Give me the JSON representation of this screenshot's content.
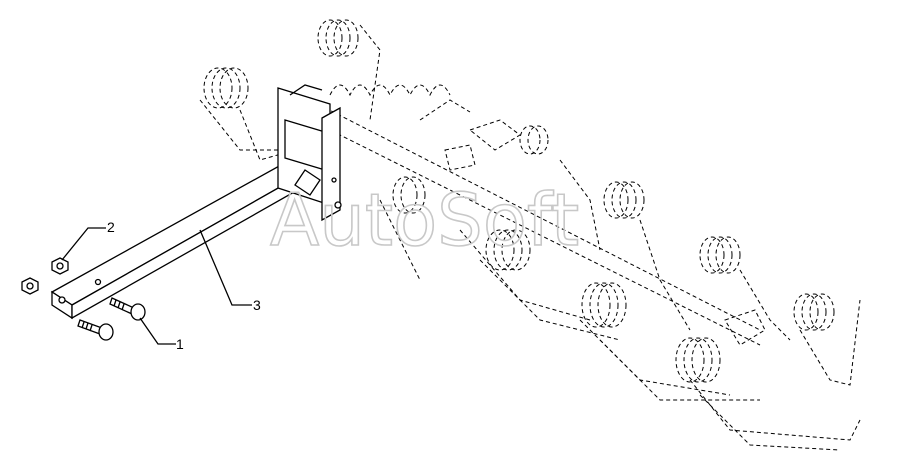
{
  "watermark": "AutoSoft",
  "callouts": [
    {
      "id": "callout-1",
      "label": "1"
    },
    {
      "id": "callout-2",
      "label": "2"
    },
    {
      "id": "callout-3",
      "label": "3"
    }
  ]
}
